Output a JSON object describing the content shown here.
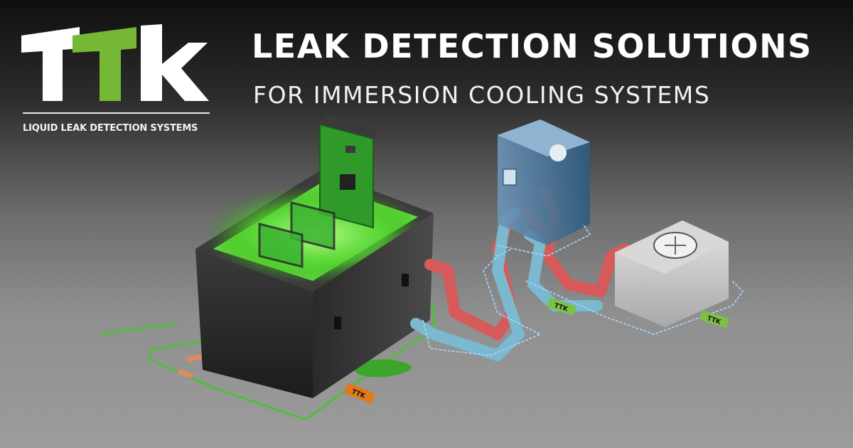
{
  "brand": {
    "logo_text": "TTK",
    "tagline": "LIQUID LEAK DETECTION SYSTEMS",
    "logo_colors": {
      "white": "#ffffff",
      "green": "#74b836"
    }
  },
  "hero": {
    "title": "LEAK DETECTION SOLUTIONS",
    "subtitle": "FOR IMMERSION COOLING SYSTEMS"
  },
  "scene": {
    "sensor_tags": [
      {
        "label": "TTK",
        "color": "#e07a1c"
      },
      {
        "label": "TTK",
        "color": "#7cc143"
      },
      {
        "label": "TTK",
        "color": "#7cc143"
      }
    ],
    "colors": {
      "coolant_glow": "#5be23a",
      "hot_pipe": "#d65a5a",
      "cold_pipe": "#6fb3c9",
      "sensor_cable_green": "#4fbf3a",
      "sensor_cable_blue": "#9fd0ff",
      "tank": "#2b2b2b",
      "cdu": "#3f6f95",
      "dry_cooler": "#c8c8c8"
    }
  }
}
